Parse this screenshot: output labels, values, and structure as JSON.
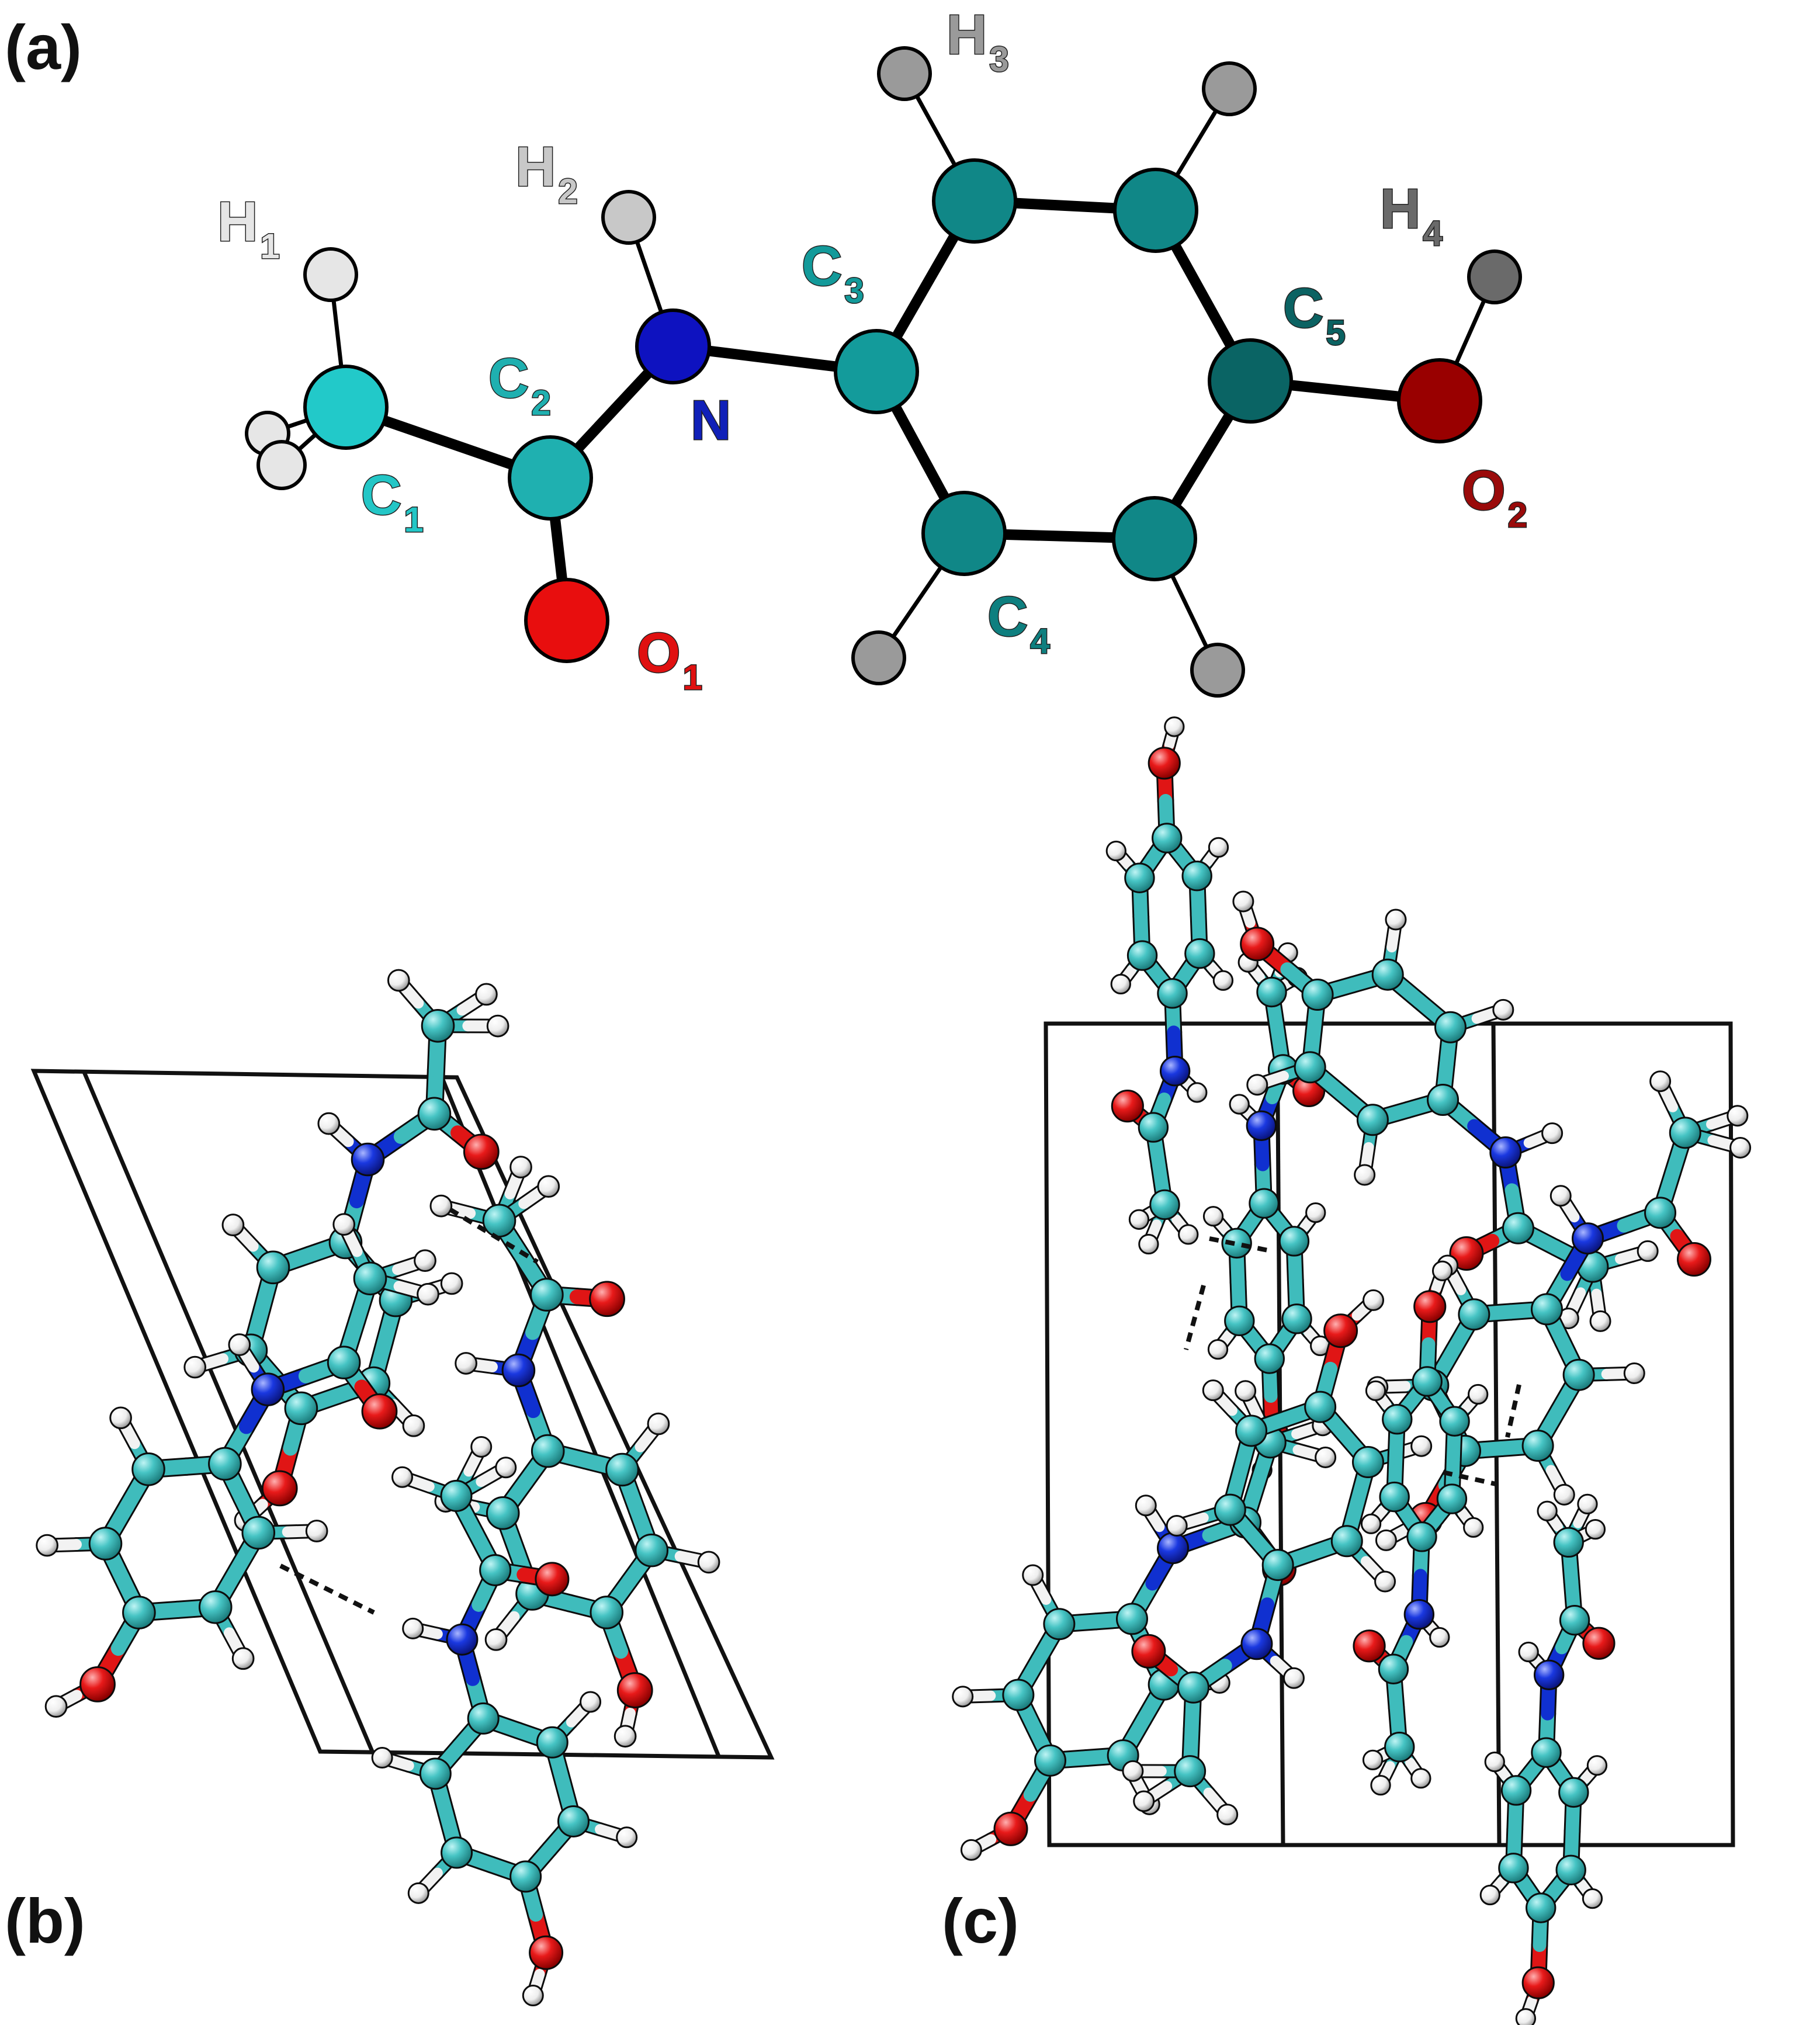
{
  "panels": {
    "a": "(a)",
    "b": "(b)",
    "c": "(c)"
  },
  "atom_labels": {
    "H1": {
      "main": "H",
      "sub": "1",
      "color": "#e6e6e6"
    },
    "H2": {
      "main": "H",
      "sub": "2",
      "color": "#c8c8c8"
    },
    "H3": {
      "main": "H",
      "sub": "3",
      "color": "#9a9a9a"
    },
    "H4": {
      "main": "H",
      "sub": "4",
      "color": "#6a6a6a"
    },
    "C1": {
      "main": "C",
      "sub": "1",
      "color": "#23c6c6"
    },
    "C2": {
      "main": "C",
      "sub": "2",
      "color": "#1fb0b0"
    },
    "C3": {
      "main": "C",
      "sub": "3",
      "color": "#139a9a"
    },
    "C4": {
      "main": "C",
      "sub": "4",
      "color": "#0e7f7f"
    },
    "C5": {
      "main": "C",
      "sub": "5",
      "color": "#0b6262"
    },
    "N": {
      "main": "N",
      "sub": "",
      "color": "#1020b8"
    },
    "O1": {
      "main": "O",
      "sub": "1",
      "color": "#e01010"
    },
    "O2": {
      "main": "O",
      "sub": "2",
      "color": "#9a0a0a"
    }
  },
  "colors": {
    "carbon_crystal": "#3fbcbc",
    "nitrogen": "#1030d0",
    "oxygen": "#e01515",
    "hydrogen": "#f2f2f2",
    "bond_line": "#000000"
  }
}
